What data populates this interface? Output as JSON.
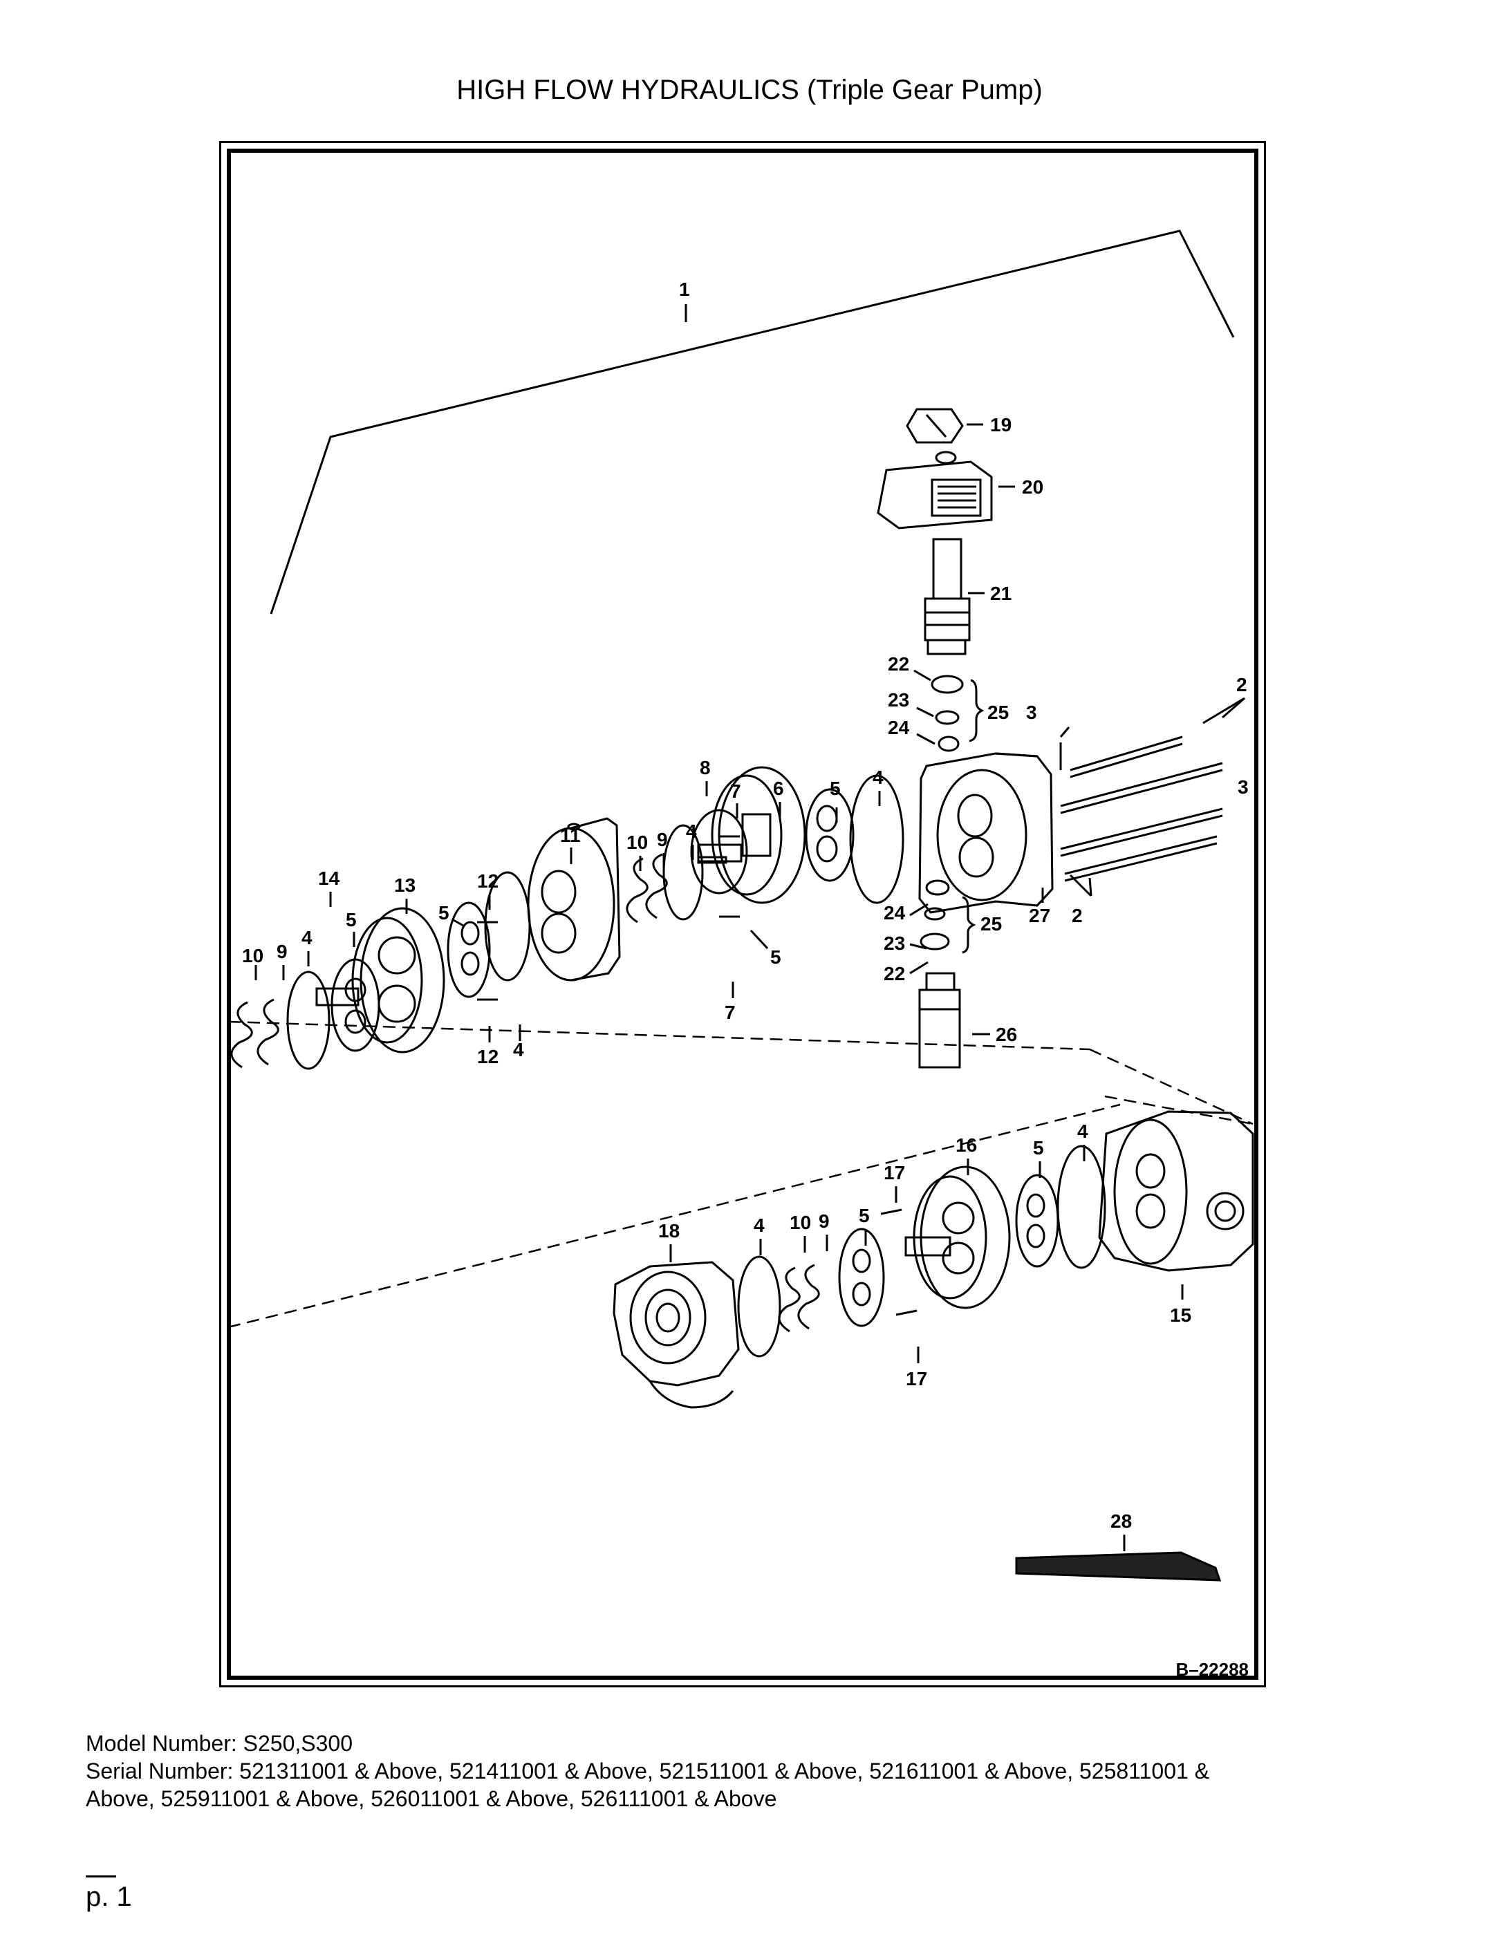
{
  "title": "HIGH FLOW HYDRAULICS (Triple Gear Pump)",
  "drawing_number": "B–22288",
  "callouts": [
    {
      "id": "c1",
      "label": "1"
    },
    {
      "id": "c19",
      "label": "19"
    },
    {
      "id": "c20",
      "label": "20"
    },
    {
      "id": "c21",
      "label": "21"
    },
    {
      "id": "c22a",
      "label": "22"
    },
    {
      "id": "c23a",
      "label": "23"
    },
    {
      "id": "c24a",
      "label": "24"
    },
    {
      "id": "c25a",
      "label": "25"
    },
    {
      "id": "c3a",
      "label": "3"
    },
    {
      "id": "c2a",
      "label": "2"
    },
    {
      "id": "c3b",
      "label": "3"
    },
    {
      "id": "c8",
      "label": "8"
    },
    {
      "id": "c7a",
      "label": "7"
    },
    {
      "id": "c6",
      "label": "6"
    },
    {
      "id": "c5a",
      "label": "5"
    },
    {
      "id": "c4a",
      "label": "4"
    },
    {
      "id": "c11",
      "label": "11"
    },
    {
      "id": "c10a",
      "label": "10"
    },
    {
      "id": "c9a",
      "label": "9"
    },
    {
      "id": "c4b",
      "label": "4"
    },
    {
      "id": "c14",
      "label": "14"
    },
    {
      "id": "c13",
      "label": "13"
    },
    {
      "id": "c12a",
      "label": "12"
    },
    {
      "id": "c5b",
      "label": "5"
    },
    {
      "id": "c5c",
      "label": "5"
    },
    {
      "id": "c4c",
      "label": "4"
    },
    {
      "id": "c9b",
      "label": "9"
    },
    {
      "id": "c10b",
      "label": "10"
    },
    {
      "id": "c12b",
      "label": "12"
    },
    {
      "id": "c4d",
      "label": "4"
    },
    {
      "id": "c5d",
      "label": "5"
    },
    {
      "id": "c7b",
      "label": "7"
    },
    {
      "id": "c24b",
      "label": "24"
    },
    {
      "id": "c23b",
      "label": "23"
    },
    {
      "id": "c22b",
      "label": "22"
    },
    {
      "id": "c25b",
      "label": "25"
    },
    {
      "id": "c27",
      "label": "27"
    },
    {
      "id": "c2b",
      "label": "2"
    },
    {
      "id": "c26",
      "label": "26"
    },
    {
      "id": "c16",
      "label": "16"
    },
    {
      "id": "c5e",
      "label": "5"
    },
    {
      "id": "c4e",
      "label": "4"
    },
    {
      "id": "c17a",
      "label": "17"
    },
    {
      "id": "c18",
      "label": "18"
    },
    {
      "id": "c4f",
      "label": "4"
    },
    {
      "id": "c10c",
      "label": "10"
    },
    {
      "id": "c9c",
      "label": "9"
    },
    {
      "id": "c5f",
      "label": "5"
    },
    {
      "id": "c15",
      "label": "15"
    },
    {
      "id": "c17b",
      "label": "17"
    },
    {
      "id": "c28",
      "label": "28"
    }
  ],
  "footer": {
    "model_line": "Model Number: S250,S300",
    "serial_line_1": "Serial Number: 521311001 & Above, 521411001 & Above, 521511001 & Above, 521611001 & Above, 525811001 &",
    "serial_line_2": "Above, 525911001 & Above, 526011001 & Above, 526111001 & Above"
  },
  "page_number": "p. 1"
}
